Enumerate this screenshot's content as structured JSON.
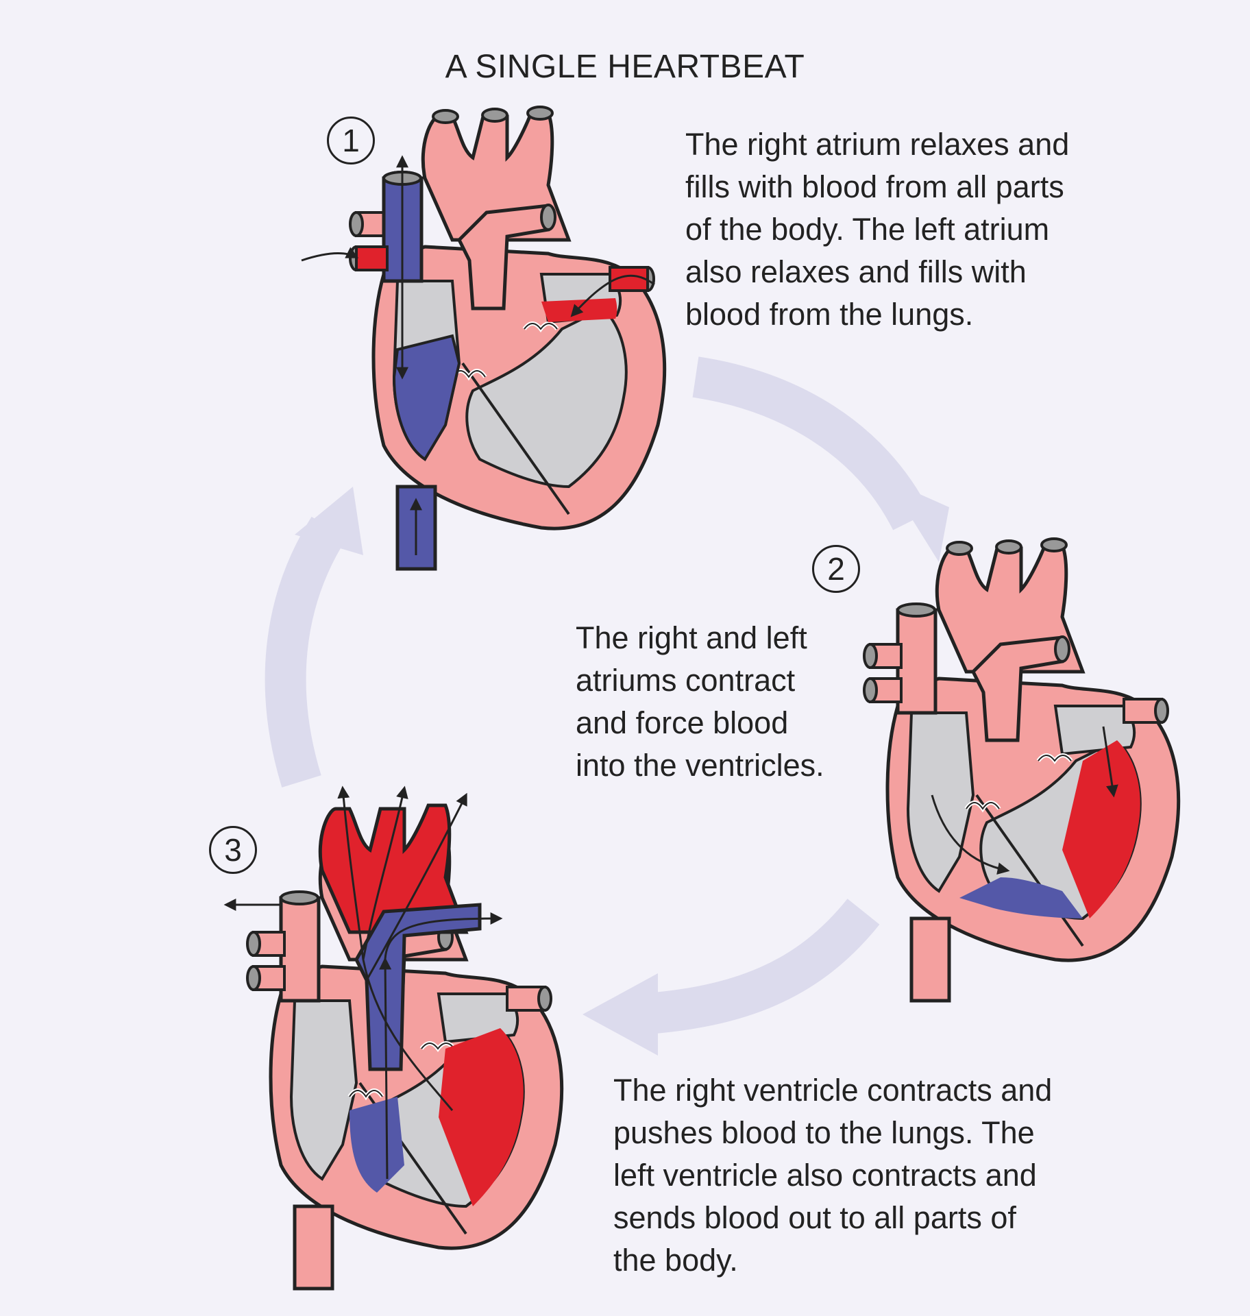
{
  "title": "A SINGLE HEARTBEAT",
  "steps": [
    {
      "number": "1",
      "lines": [
        "The right atrium relaxes and",
        "fills with blood from all parts",
        "of the body. The left atrium",
        "also relaxes and fills with",
        "blood from the lungs."
      ]
    },
    {
      "number": "2",
      "lines": [
        "The right and left",
        "atriums contract",
        "and force blood",
        "into the ventricles."
      ]
    },
    {
      "number": "3",
      "lines": [
        "The right ventricle contracts and",
        "pushes blood to the lungs. The",
        "left ventricle also contracts and",
        "sends blood out to all parts of",
        "the body."
      ]
    }
  ],
  "colors": {
    "tissue": "#f4a09f",
    "outline": "#222222",
    "deoxygenated": "#5458a8",
    "oxygenated": "#e0222c",
    "chamber": "#cfcfd2",
    "cycle_arrow": "#dcdbed",
    "background": "#f3f2f9"
  }
}
